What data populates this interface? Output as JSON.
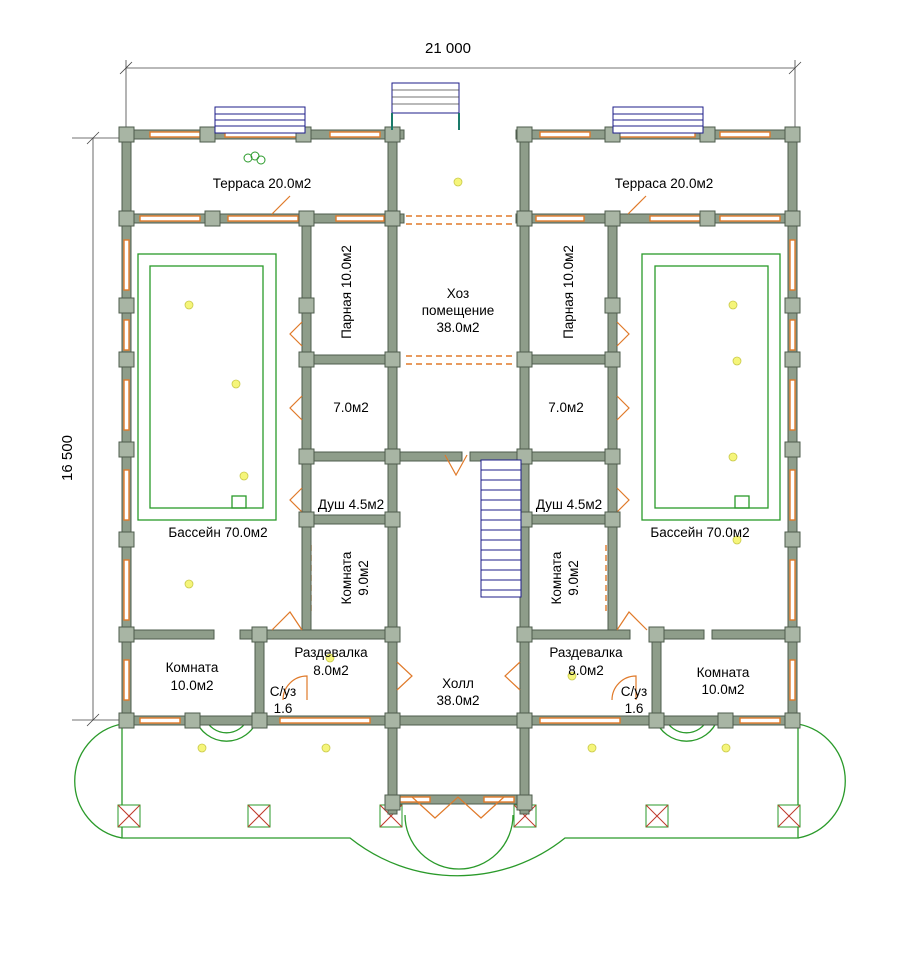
{
  "dimensions": {
    "width_label": "21 000",
    "height_label": "16 500"
  },
  "rooms": {
    "terrace_left": "Терраса 20.0м2",
    "terrace_right": "Терраса 20.0м2",
    "utility_line1": "Хоз",
    "utility_line2": "помещение",
    "utility_line3": "38.0м2",
    "steam_left": "Парная 10.0м2",
    "steam_right": "Парная 10.0м2",
    "small_left": "7.0м2",
    "small_right": "7.0м2",
    "shower_left": "Душ 4.5м2",
    "shower_right": "Душ 4.5м2",
    "pool_left": "Бассейн 70.0м2",
    "pool_right": "Бассейн 70.0м2",
    "room_small_left_1": "Комната",
    "room_small_left_2": "9.0м2",
    "room_small_right_1": "Комната",
    "room_small_right_2": "9.0м2",
    "changing_left_1": "Раздевалка",
    "changing_left_2": "8.0м2",
    "changing_right_1": "Раздевалка",
    "changing_right_2": "8.0м2",
    "hall_1": "Холл",
    "hall_2": "38.0м2",
    "room_left_1": "Комната",
    "room_left_2": "10.0м2",
    "room_right_1": "Комната",
    "room_right_2": "10.0м2",
    "wc_left_1": "С/уз",
    "wc_left_2": "1.6",
    "wc_right_1": "С/уз",
    "wc_right_2": "1.6"
  },
  "colors": {
    "wall": "#8e9d8a",
    "window_frame": "#e07a2a",
    "pool_outline": "#2a9a2a",
    "stair": "#1c1c8a",
    "lamp": "#f5f57a"
  }
}
